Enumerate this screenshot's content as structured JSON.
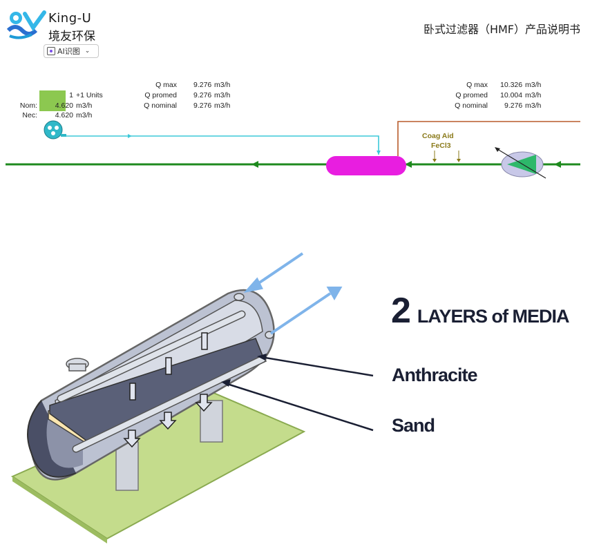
{
  "header": {
    "brand_en": "King-U",
    "brand_cn": "境友环保",
    "ai_button": "AI识图",
    "doc_title": "卧式过滤器（HMF）产品说明书"
  },
  "process": {
    "units_value": "1",
    "units_label": "+1 Units",
    "nom_label": "Nom:",
    "nom_value": "4.620",
    "nom_unit": "m3/h",
    "nec_label": "Nec:",
    "nec_value": "4.620",
    "nec_unit": "m3/h",
    "left_flows": [
      {
        "label": "Q max",
        "value": "9.276",
        "unit": "m3/h"
      },
      {
        "label": "Q promed",
        "value": "9.276",
        "unit": "m3/h"
      },
      {
        "label": "Q nominal",
        "value": "9.276",
        "unit": "m3/h"
      }
    ],
    "right_flows": [
      {
        "label": "Q max",
        "value": "10.326",
        "unit": "m3/h"
      },
      {
        "label": "Q promed",
        "value": "10.004",
        "unit": "m3/h"
      },
      {
        "label": "Q nominal",
        "value": "9.276",
        "unit": "m3/h"
      }
    ],
    "coag_label": "Coag Aid",
    "fecl_label": "FeCl3"
  },
  "illustration": {
    "count": "2",
    "heading": "LAYERS of MEDIA",
    "layer1": "Anthracite",
    "layer2": "Sand"
  },
  "colors": {
    "main_line": "#1e8a1e",
    "cyan_line": "#3cc8d8",
    "brown_line": "#b85a2a",
    "tank": "#e81ee0",
    "green_box": "#8cc850",
    "arrow_blue": "#7fb4ea",
    "base_green": "#c4dc8c"
  }
}
